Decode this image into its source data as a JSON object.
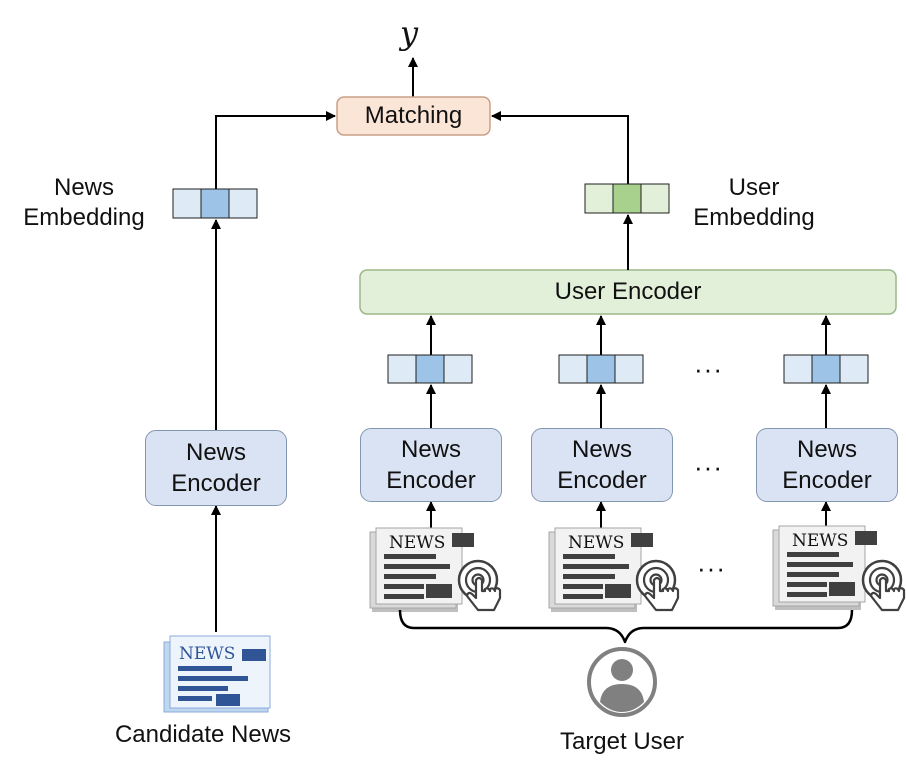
{
  "output_symbol": "y",
  "matching_label": "Matching",
  "news_embedding_label": [
    "News",
    "Embedding"
  ],
  "user_embedding_label": [
    "User",
    "Embedding"
  ],
  "user_encoder_label": "User Encoder",
  "news_encoder_label": [
    "News",
    "Encoder"
  ],
  "ellipsis": "···",
  "newspaper_text": "NEWS",
  "candidate_news_label": "Candidate News",
  "target_user_label": "Target User",
  "colors": {
    "matching_fill": "#fbe5d6",
    "matching_border": "#c9a08a",
    "encoder_fill": "#dae3f3",
    "encoder_border": "#8497b0",
    "user_encoder_fill": "#e2f0d9",
    "user_encoder_border": "#9cb88a",
    "news_vec_fill": "#deebf7",
    "news_vec_highlight": "#9dc3e6",
    "user_vec_fill": "#e2f0d9",
    "user_vec_highlight": "#a9d18e",
    "newspaper_blue": "#2f5597",
    "newspaper_gray": "#404040"
  },
  "icons": [
    "newspaper-icon",
    "click-hand-icon",
    "user-avatar-icon",
    "curly-brace"
  ]
}
